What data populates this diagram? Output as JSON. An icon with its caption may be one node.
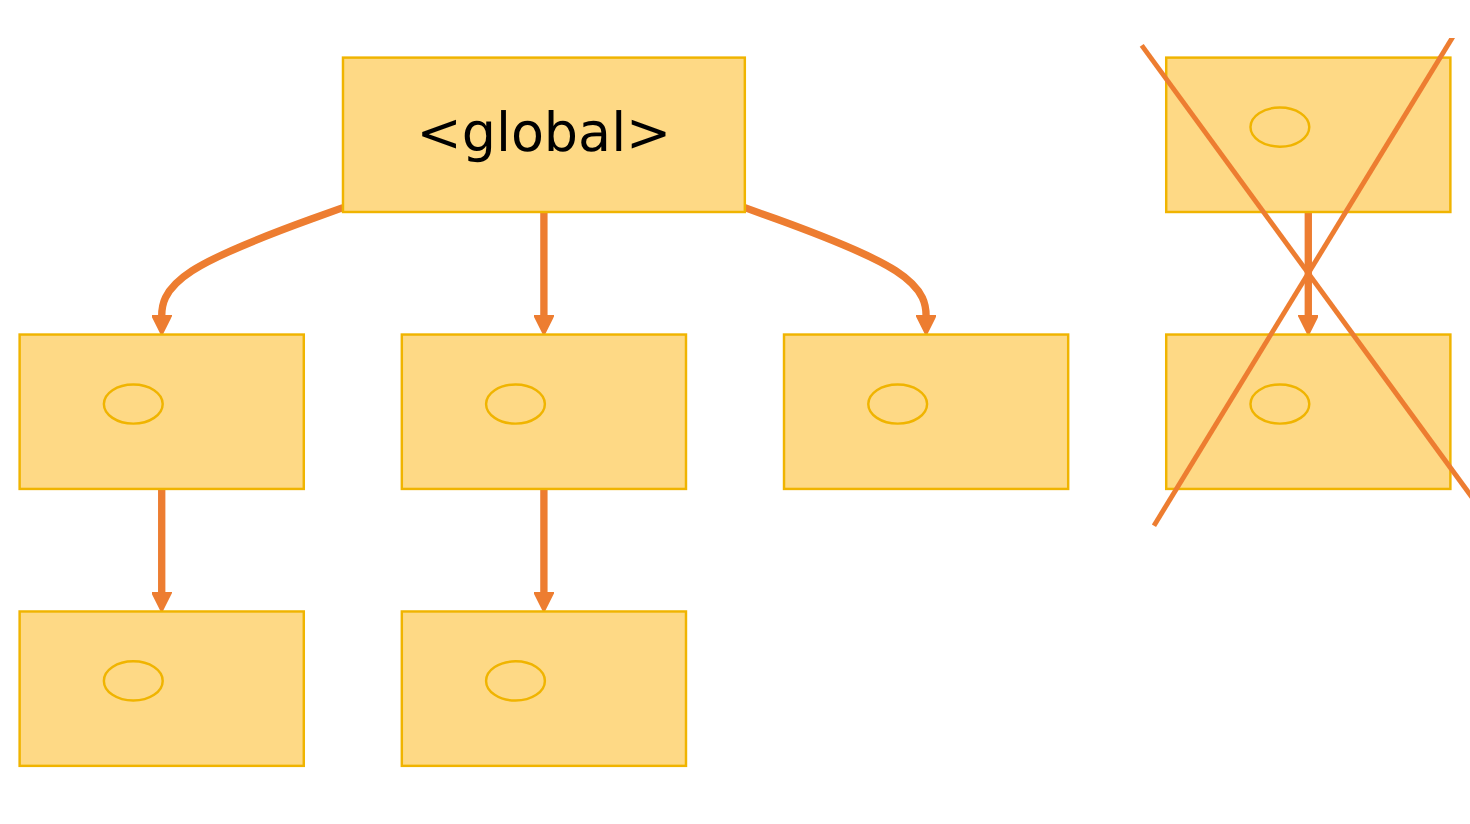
{
  "diagram": {
    "nodes": [
      {
        "text": [
          "<global>"
        ]
      },
      {
        "text": [],
        "shape": "box"
      },
      {
        "text": [],
        "shape": "box"
      },
      {
        "text": [],
        "shape": "box"
      },
      {
        "text": [],
        "shape": "box"
      },
      {
        "text": [],
        "shape": "box"
      },
      {
        "text": [],
        "shape": "box"
      },
      {
        "text": [],
        "shape": "box"
      }
    ],
    "edges": [
      {
        "from": 0,
        "to": 1,
        "arrow": "to"
      },
      {
        "from": 0,
        "to": 2,
        "arrow": "to"
      },
      {
        "from": 0,
        "to": 3,
        "arrow": "to"
      },
      {
        "from": 1,
        "to": 4,
        "arrow": "to"
      },
      {
        "from": 2,
        "to": 5,
        "arrow": "to"
      },
      {
        "from": 6,
        "to": 7,
        "arrow": "to"
      }
    ]
  }
}
